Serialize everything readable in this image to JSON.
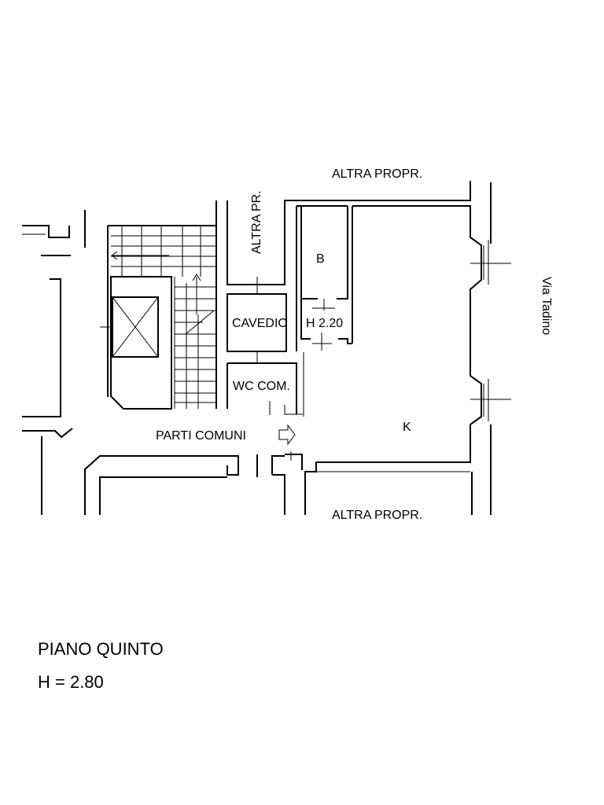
{
  "plan": {
    "labels": {
      "altra_propr_top": "ALTRA PROPR.",
      "altra_pr_vertical": "ALTRA PR.",
      "room_b": "B",
      "cavedio": "CAVEDIO",
      "h_2_20": "H 2.20",
      "wc_com": "WC COM.",
      "parti_comuni": "PARTI COMUNI",
      "room_k": "K",
      "altra_propr_bottom": "ALTRA PROPR.",
      "via_tadino": "Via Tadino"
    },
    "arrow_icon": "outline-arrow-right-icon"
  },
  "captions": {
    "floor_name": "PIANO QUINTO",
    "ceiling_height": "H = 2.80"
  }
}
